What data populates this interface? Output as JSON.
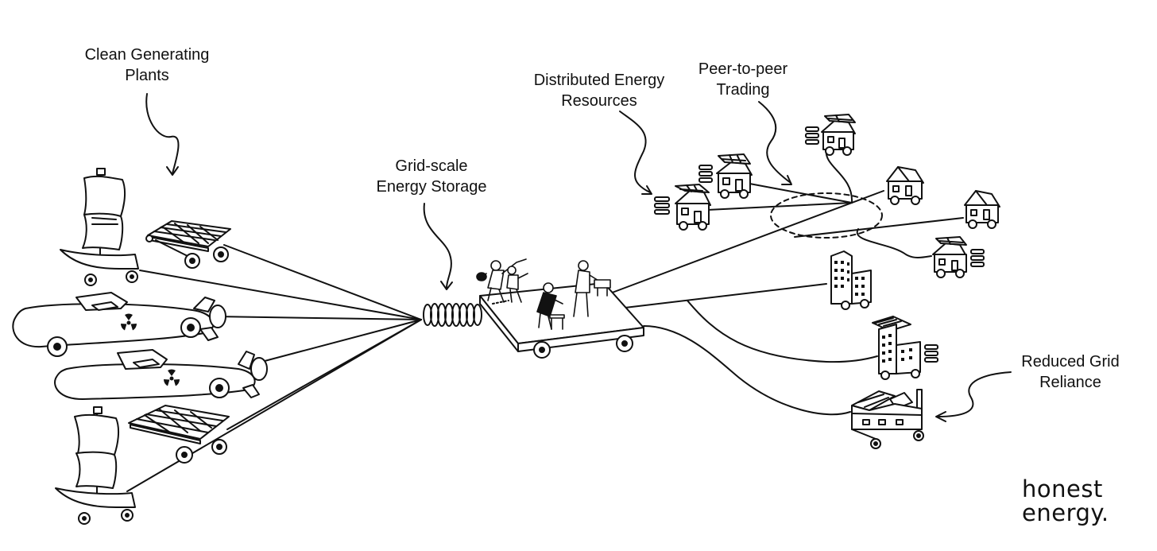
{
  "labels": {
    "clean_generating_plants": [
      "Clean Generating",
      "Plants"
    ],
    "grid_scale_storage": [
      "Grid-scale",
      "Energy Storage"
    ],
    "distributed_energy_resources": [
      "Distributed Energy",
      "Resources"
    ],
    "peer_to_peer_trading": [
      "Peer-to-peer",
      "Trading"
    ],
    "reduced_grid_reliance": [
      "Reduced Grid",
      "Reliance"
    ]
  },
  "brand": {
    "line1": "honest",
    "line2": "energy."
  },
  "colors": {
    "ink": "#111111",
    "background": "#ffffff"
  },
  "icons": [
    "sailboat-cart-icon",
    "solar-panel-cart-icon",
    "nuclear-submarine-icon",
    "coil-spring-icon",
    "platform-cart-icon",
    "house-cart-icon",
    "battery-stack-icon",
    "office-building-icon",
    "factory-cart-icon",
    "radiation-symbol-icon",
    "person-figure-icon"
  ]
}
